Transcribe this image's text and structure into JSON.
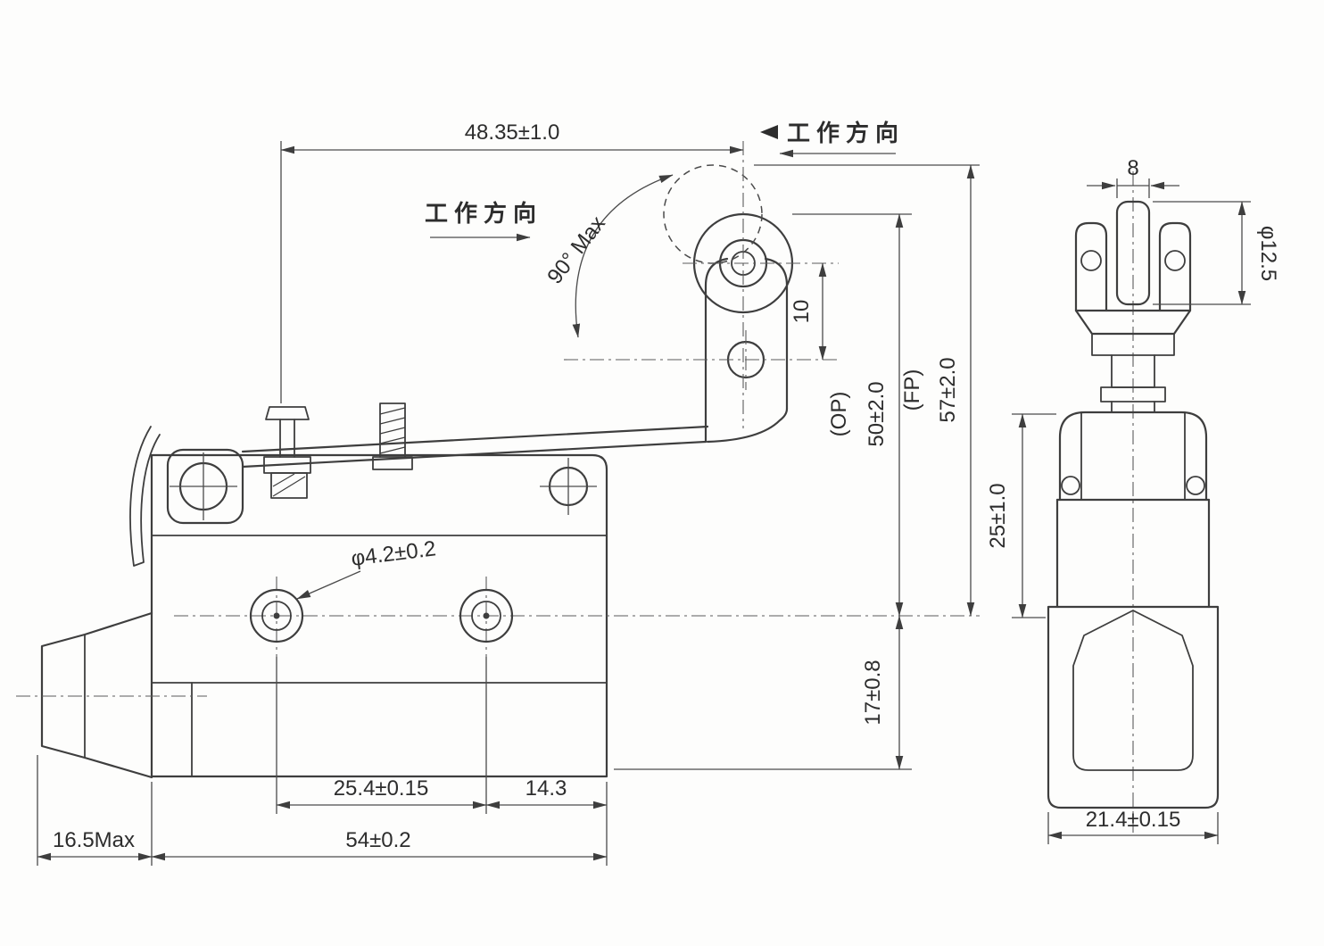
{
  "page": {
    "background": "#fdfdfc",
    "line_color": "#3e3e3e"
  },
  "front_view": {
    "dim_top_span": "48.35±1.0",
    "label_work_direction_top": "工作方向",
    "label_work_direction_left": "工作方向",
    "label_max_rotation": "90° Max",
    "dim_roller_hole_pitch": "10",
    "dim_op_label": "(OP)",
    "dim_op_value": "50±2.0",
    "dim_fp_label": "(FP)",
    "dim_fp_value": "57±2.0",
    "dim_mounting_hole": "φ4.2±0.2",
    "dim_hole_to_bottom": "17±0.8",
    "dim_hole_pitch": "25.4±0.15",
    "dim_hole_to_edge": "14.3",
    "dim_body_length": "54±0.2",
    "dim_plunger_max": "16.5Max"
  },
  "side_view": {
    "dim_roller_width": "8",
    "dim_roller_diameter": "φ12.5",
    "dim_head_height": "25±1.0",
    "dim_body_width": "21.4±0.15"
  }
}
